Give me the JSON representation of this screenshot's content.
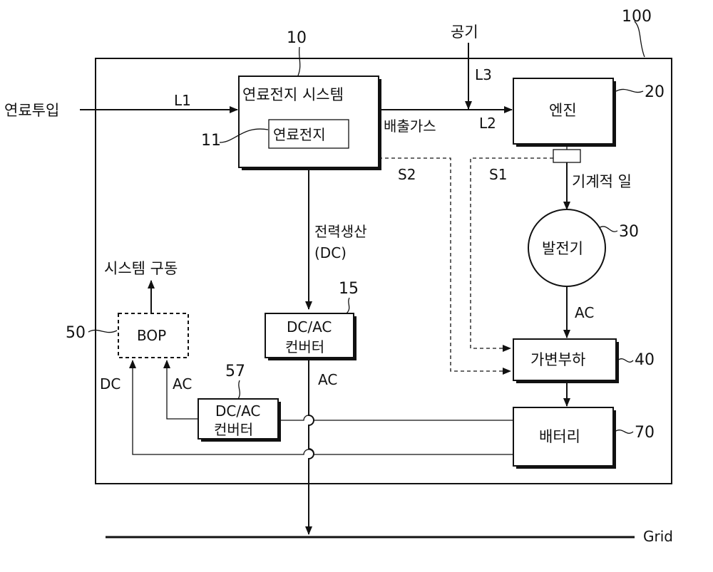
{
  "labels": {
    "ref_100": "100",
    "ref_10": "10",
    "ref_11": "11",
    "ref_15": "15",
    "ref_20": "20",
    "ref_30": "30",
    "ref_40": "40",
    "ref_50": "50",
    "ref_57": "57",
    "ref_70": "70",
    "fuel_input": "연료투입",
    "line_L1": "L1",
    "line_L2": "L2",
    "line_L3": "L3",
    "air": "공기",
    "exhaust_gas": "배출가스",
    "signal_S1": "S1",
    "signal_S2": "S2",
    "mechanical_work": "기계적 일",
    "power_production": "전력생산",
    "power_dc": "(DC)",
    "ac_generator_out": "AC",
    "ac_converter_out": "AC",
    "ac_bop_in": "AC",
    "dc_bop_in": "DC",
    "system_drive": "시스템 구동",
    "grid": "Grid"
  },
  "blocks": {
    "fuel_cell_system": "연료전지 시스템",
    "fuel_cell": "연료전지",
    "engine": "엔진",
    "generator": "발전기",
    "variable_load": "가변부하",
    "battery": "배터리",
    "bop": "BOP",
    "converter_15_line1": "DC/AC",
    "converter_15_line2": "컨버터",
    "converter_57_line1": "DC/AC",
    "converter_57_line2": "컨버터"
  }
}
